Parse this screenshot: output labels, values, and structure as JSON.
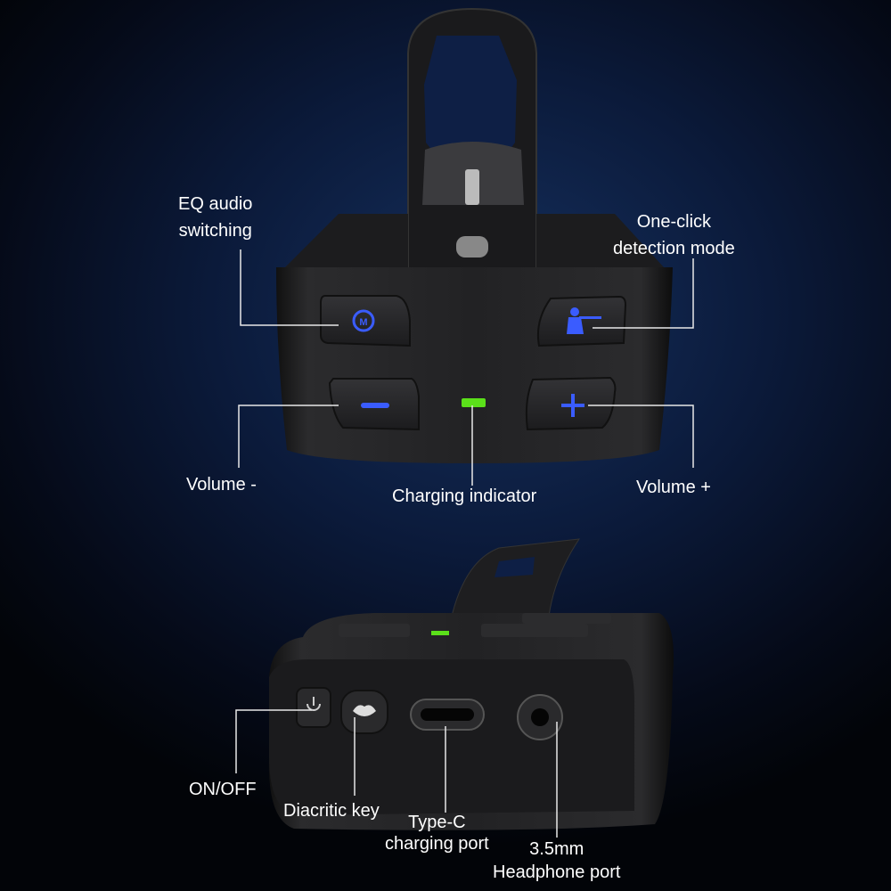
{
  "labels": {
    "eq_audio": [
      "EQ audio",
      "switching"
    ],
    "one_click": [
      "One-click",
      "detection mode"
    ],
    "volume_minus": "Volume -",
    "charging_indicator": "Charging indicator",
    "volume_plus": "Volume +",
    "on_off": "ON/OFF",
    "diacritic_key": "Diacritic key",
    "type_c": [
      "Type-C",
      "charging port"
    ],
    "headphone": [
      "3.5mm",
      "Headphone port"
    ]
  },
  "icons": {
    "eq_button_letter": "M",
    "button_icon_color": "#3a5cff",
    "indicator_color": "#5be01a"
  }
}
